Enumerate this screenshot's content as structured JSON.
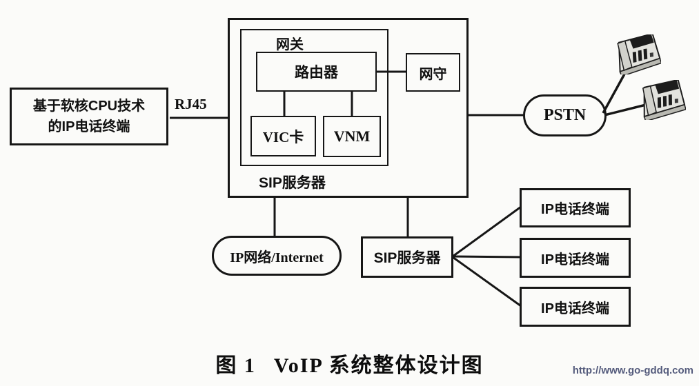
{
  "diagram": {
    "nodes": {
      "terminal_left": {
        "line1": "基于软核CPU技术",
        "line2": "的IP电话终端"
      },
      "rj45": "RJ45",
      "sip_server_main": "SIP服务器",
      "gateway": "网关",
      "router": "路由器",
      "gatekeeper": "网守",
      "vic_card": "VIC卡",
      "vnm": "VNM",
      "pstn": "PSTN",
      "ip_network": "IP网络/Internet",
      "sip_server_right": "SIP服务器",
      "ip_terminals": [
        "IP电话终端",
        "IP电话终端",
        "IP电话终端"
      ]
    },
    "icons": {
      "phone": "desk-phone"
    },
    "colors": {
      "line": "#161616",
      "text": "#111111",
      "watermark": "#545b7c",
      "background": "#fbfbf9"
    }
  },
  "caption": {
    "label": "图 1",
    "title": "VoIP 系统整体设计图"
  },
  "watermark": "http://www.go-gddq.com"
}
